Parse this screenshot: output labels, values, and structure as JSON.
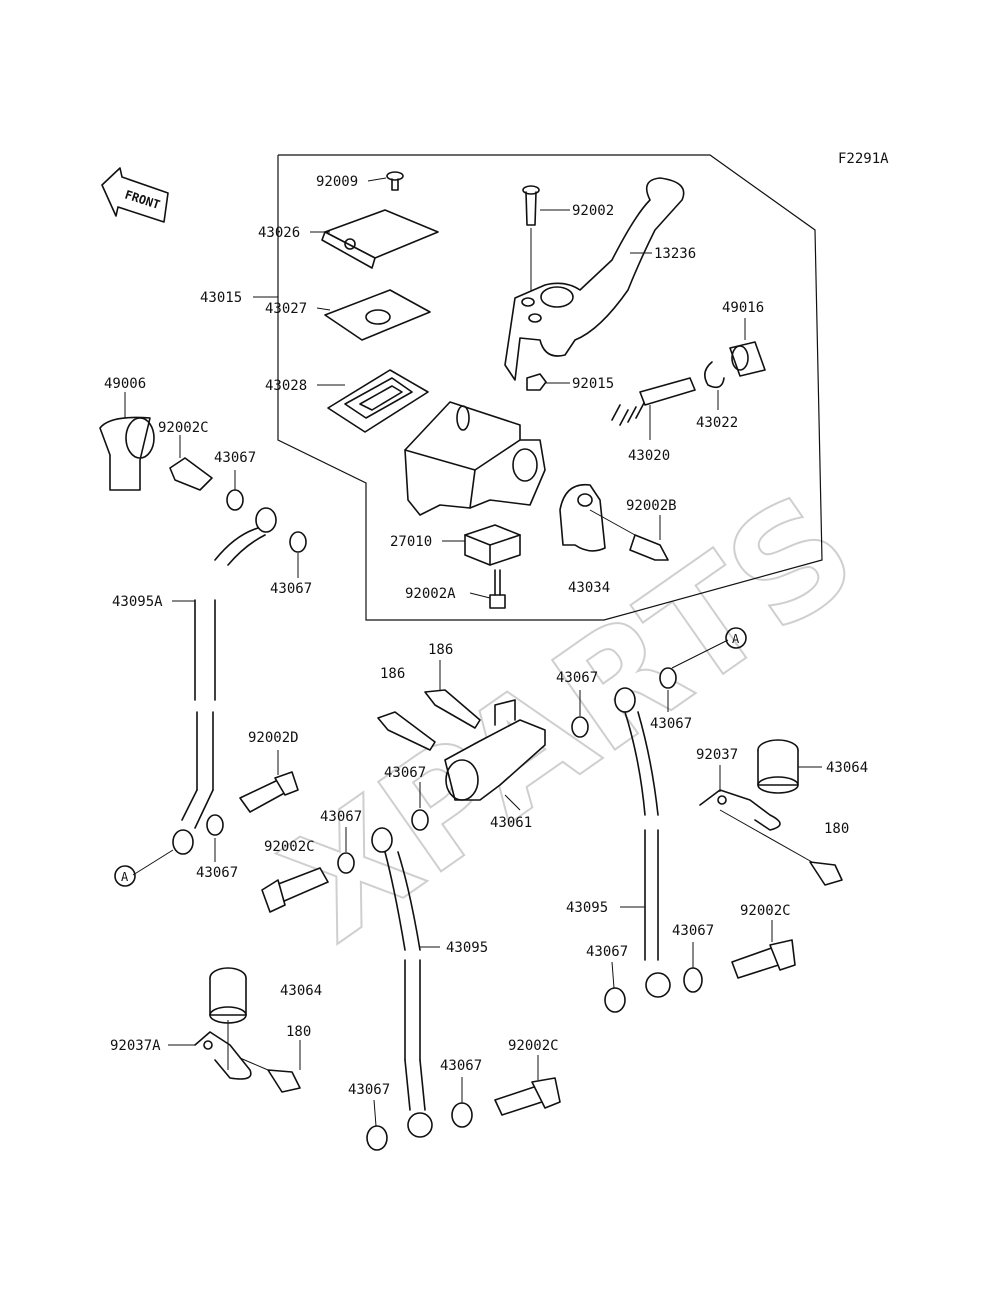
{
  "diagram": {
    "figure_code": "F2291A",
    "front_label": "FRONT",
    "watermark": "XPARTS",
    "ref_marker": "A"
  },
  "parts": [
    {
      "id": "p92009",
      "label": "92009"
    },
    {
      "id": "p43026",
      "label": "43026"
    },
    {
      "id": "p43015",
      "label": "43015"
    },
    {
      "id": "p43027",
      "label": "43027"
    },
    {
      "id": "p43028",
      "label": "43028"
    },
    {
      "id": "p92002",
      "label": "92002"
    },
    {
      "id": "p13236",
      "label": "13236"
    },
    {
      "id": "p49016",
      "label": "49016"
    },
    {
      "id": "p92015",
      "label": "92015"
    },
    {
      "id": "p43022",
      "label": "43022"
    },
    {
      "id": "p43020",
      "label": "43020"
    },
    {
      "id": "p92002B",
      "label": "92002B"
    },
    {
      "id": "p27010",
      "label": "27010"
    },
    {
      "id": "p92002A",
      "label": "92002A"
    },
    {
      "id": "p43034",
      "label": "43034"
    },
    {
      "id": "p49006",
      "label": "49006"
    },
    {
      "id": "p92002C_a",
      "label": "92002C"
    },
    {
      "id": "p43067_a",
      "label": "43067"
    },
    {
      "id": "p43067_b",
      "label": "43067"
    },
    {
      "id": "p43095A",
      "label": "43095A"
    },
    {
      "id": "p186_a",
      "label": "186"
    },
    {
      "id": "p186_b",
      "label": "186"
    },
    {
      "id": "p43067_c",
      "label": "43067"
    },
    {
      "id": "p43067_d",
      "label": "43067"
    },
    {
      "id": "p92002D",
      "label": "92002D"
    },
    {
      "id": "p43067_e",
      "label": "43067"
    },
    {
      "id": "p92037",
      "label": "92037"
    },
    {
      "id": "p43064_a",
      "label": "43064"
    },
    {
      "id": "p43061",
      "label": "43061"
    },
    {
      "id": "p43067_f",
      "label": "43067"
    },
    {
      "id": "p180_a",
      "label": "180"
    },
    {
      "id": "p92002C_b",
      "label": "92002C"
    },
    {
      "id": "p43067_g",
      "label": "43067"
    },
    {
      "id": "p43095_a",
      "label": "43095"
    },
    {
      "id": "p43095_b",
      "label": "43095"
    },
    {
      "id": "p92002C_c",
      "label": "92002C"
    },
    {
      "id": "p43067_h",
      "label": "43067"
    },
    {
      "id": "p43067_i",
      "label": "43067"
    },
    {
      "id": "p43064_b",
      "label": "43064"
    },
    {
      "id": "p92037A",
      "label": "92037A"
    },
    {
      "id": "p180_b",
      "label": "180"
    },
    {
      "id": "p92002C_d",
      "label": "92002C"
    },
    {
      "id": "p43067_j",
      "label": "43067"
    },
    {
      "id": "p43067_k",
      "label": "43067"
    }
  ]
}
